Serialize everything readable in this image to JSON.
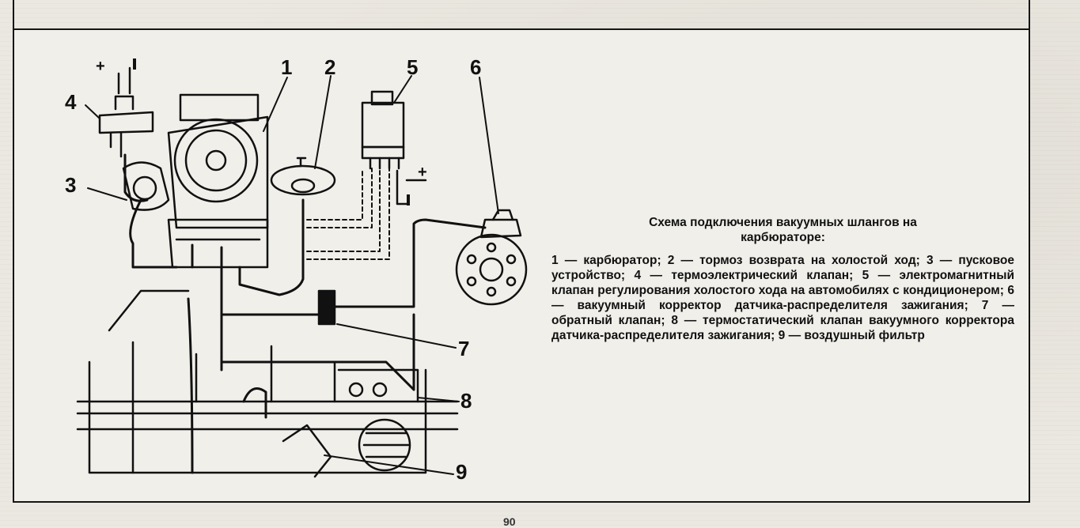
{
  "callouts": [
    "1",
    "2",
    "3",
    "4",
    "5",
    "6",
    "7",
    "8",
    "9"
  ],
  "terminal_signs": {
    "plus_left": "+",
    "plus_right": "+"
  },
  "caption": {
    "title_line1": "Схема подключения вакуумных шлангов на",
    "title_line2": "карбюраторе:",
    "body": "1 — карбюратор; 2 — тормоз возврата на холостой ход; 3 — пусковое устройство; 4 — термоэлектрический клапан; 5 — электромагнитный клапан регулирования холостого хода на автомобилях с кондиционером; 6 — вакуумный корректор датчика-распределителя зажигания; 7 — обратный клапан; 8 — термостатический клапан вакуумного корректора датчика-распределителя зажигания; 9 — воздушный фильтр"
  },
  "page_number": "90"
}
